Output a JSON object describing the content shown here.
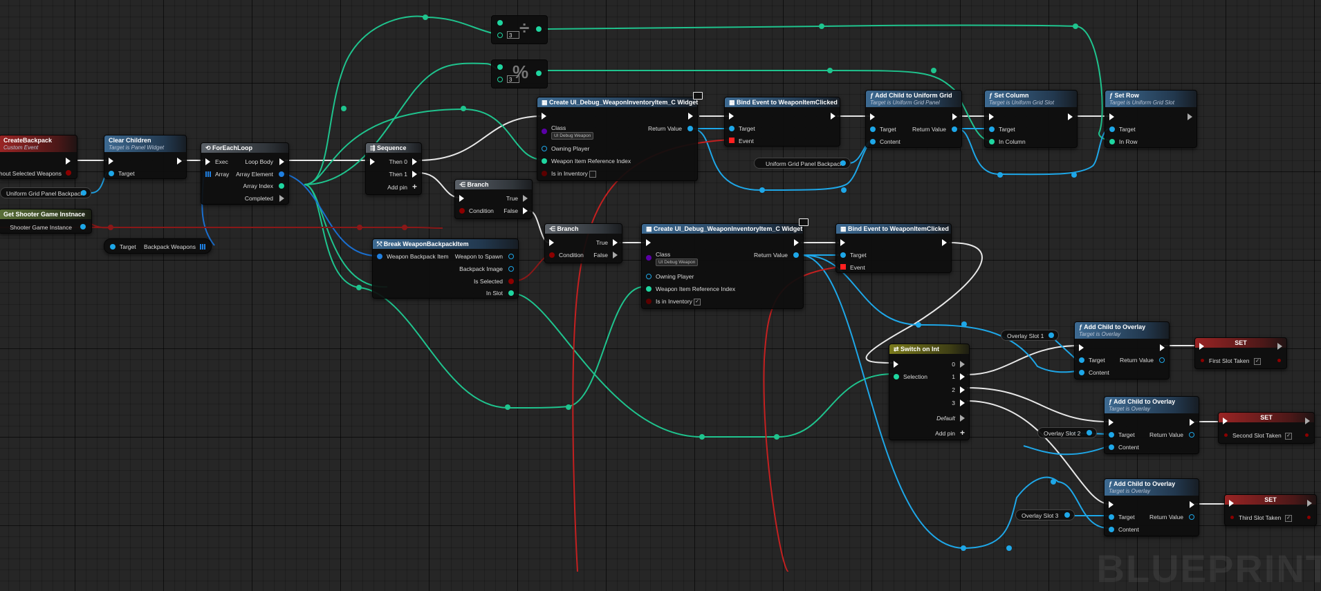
{
  "colors": {
    "exec": "#ffffff",
    "object": "#1ea7e8",
    "integer": "#1fd6a0",
    "struct": "#1f7fe0",
    "boolean": "#8c0000",
    "event": "#ff2020",
    "class": "#5a00a6",
    "wire_red": "#c22020",
    "wire_bool": "#8a1818"
  },
  "watermark": "BLUEPRINT",
  "nodes": {
    "create_backpack": {
      "title": "CreateBackpack",
      "subtitle": "Custom Event",
      "pin_without": "Without Selected Weapons"
    },
    "uniform_grid_backpack_ref": {
      "label": "Uniform Grid Panel Backpack"
    },
    "get_shooter_game_instance": {
      "title": "Get Shooter Game Instnace",
      "out": "Shooter Game Instance"
    },
    "clear_children": {
      "title": "Clear Children",
      "subtitle": "Target is Panel Widget",
      "target": "Target"
    },
    "cast_target": {
      "target": "Target",
      "out": "Backpack Weapons"
    },
    "for_each_loop": {
      "title": "ForEachLoop",
      "exec": "Exec",
      "array": "Array",
      "loop_body": "Loop Body",
      "array_element": "Array Element",
      "array_index": "Array Index",
      "completed": "Completed"
    },
    "sequence": {
      "title": "Sequence",
      "then0": "Then 0",
      "then1": "Then 1",
      "add_pin": "Add pin"
    },
    "branch1": {
      "title": "Branch",
      "condition": "Condition",
      "true_label": "True",
      "false_label": "False"
    },
    "branch2": {
      "title": "Branch",
      "condition": "Condition",
      "true_label": "True",
      "false_label": "False"
    },
    "break_item": {
      "title": "Break WeaponBackpackItem",
      "in": "Weapon Backpack Item",
      "weapon_to_spawn": "Weapon to Spawn",
      "backpack_image": "Backpack Image",
      "is_selected": "Is Selected",
      "in_slot": "In Slot"
    },
    "div_node": {
      "symbol": "÷",
      "value": "3"
    },
    "mod_node": {
      "symbol": "%",
      "value": "3"
    },
    "create_widget1": {
      "title": "Create UI_Debug_WeaponInventoryItem_C Widget",
      "class": "Class",
      "class_value": "UI Debug Weapon",
      "owning_player": "Owning Player",
      "ref_index": "Weapon Item Reference Index",
      "is_in_inventory": "Is in Inventory",
      "return_value": "Return Value"
    },
    "create_widget2": {
      "title": "Create UI_Debug_WeaponInventoryItem_C Widget",
      "class": "Class",
      "class_value": "UI Debug Weapon",
      "owning_player": "Owning Player",
      "ref_index": "Weapon Item Reference Index",
      "is_in_inventory": "Is in Inventory",
      "return_value": "Return Value"
    },
    "bind_event1": {
      "title": "Bind Event to WeaponItemClicked",
      "target": "Target",
      "event": "Event"
    },
    "bind_event2": {
      "title": "Bind Event to WeaponItemClicked",
      "target": "Target",
      "event": "Event"
    },
    "uniform_grid_ref2": {
      "label": "Uniform Grid Panel Backpack"
    },
    "add_child_grid": {
      "title": "Add Child to Uniform Grid",
      "subtitle": "Target is Uniform Grid Panel",
      "target": "Target",
      "content": "Content",
      "return_value": "Return Value"
    },
    "set_column": {
      "title": "Set Column",
      "subtitle": "Target is Uniform Grid Slot",
      "target": "Target",
      "in_column": "In Column"
    },
    "set_row": {
      "title": "Set Row",
      "subtitle": "Target is Uniform Grid Slot",
      "target": "Target",
      "in_row": "In Row"
    },
    "switch_on_int": {
      "title": "Switch on Int",
      "selection": "Selection",
      "cases": [
        "0",
        "1",
        "2",
        "3"
      ],
      "default": "Default",
      "add_pin": "Add pin"
    },
    "overlay_slot1": {
      "label": "Overlay Slot 1"
    },
    "overlay_slot2": {
      "label": "Overlay Slot 2"
    },
    "overlay_slot3": {
      "label": "Overlay Slot 3"
    },
    "add_child_overlay1": {
      "title": "Add Child to Overlay",
      "subtitle": "Target is Overlay",
      "target": "Target",
      "content": "Content",
      "return_value": "Return Value"
    },
    "add_child_overlay2": {
      "title": "Add Child to Overlay",
      "subtitle": "Target is Overlay",
      "target": "Target",
      "content": "Content",
      "return_value": "Return Value"
    },
    "add_child_overlay3": {
      "title": "Add Child to Overlay",
      "subtitle": "Target is Overlay",
      "target": "Target",
      "content": "Content",
      "return_value": "Return Value"
    },
    "set1": {
      "title": "SET",
      "label": "First Slot Taken"
    },
    "set2": {
      "title": "SET",
      "label": "Second Slot Taken"
    },
    "set3": {
      "title": "SET",
      "label": "Third Slot Taken"
    }
  }
}
